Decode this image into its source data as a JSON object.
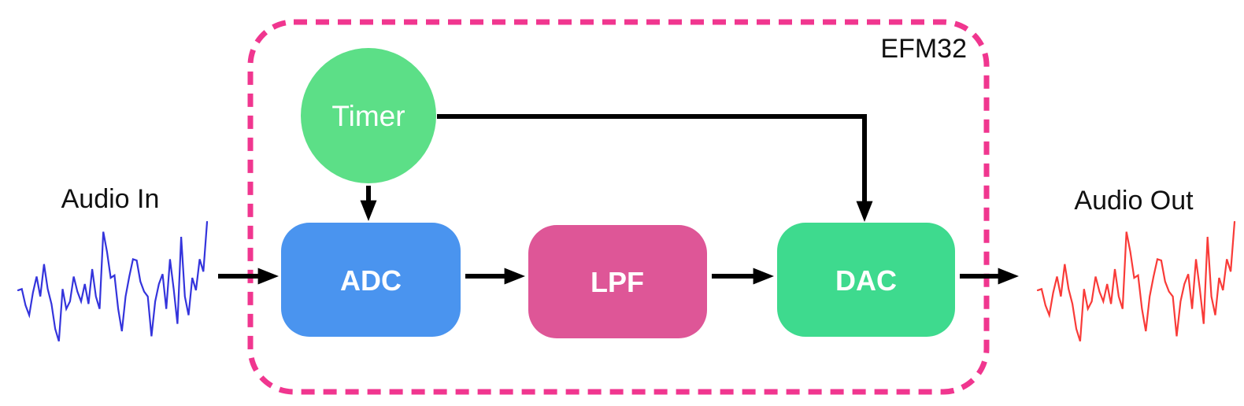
{
  "diagram": {
    "chip_label": "EFM32",
    "input_label": "Audio In",
    "output_label": "Audio Out",
    "border_color": "#F0368F",
    "arrow_color": "#000000",
    "nodes": {
      "timer": {
        "label": "Timer",
        "color": "#5CDF87"
      },
      "adc": {
        "label": "ADC",
        "color": "#4A94EF"
      },
      "lpf": {
        "label": "LPF",
        "color": "#DE5697"
      },
      "dac": {
        "label": "DAC",
        "color": "#3EDA8E"
      }
    },
    "flow": "Audio In -> ADC -> LPF -> DAC -> Audio Out; Timer -> ADC; Timer -> DAC",
    "waveform": {
      "in_color": "#3434DC",
      "out_color": "#F93B38",
      "values": [
        45,
        46,
        33,
        25,
        43,
        56,
        40,
        66,
        46,
        34,
        14,
        4,
        46,
        30,
        36,
        56,
        44,
        36,
        50,
        34,
        62,
        40,
        30,
        92,
        76,
        55,
        57,
        30,
        12,
        40,
        56,
        70,
        69,
        52,
        44,
        40,
        8,
        36,
        50,
        58,
        30,
        70,
        46,
        18,
        88,
        40,
        25,
        55,
        45,
        70,
        60,
        100
      ]
    }
  }
}
